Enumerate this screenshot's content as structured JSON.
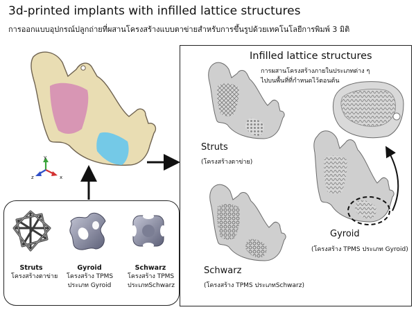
{
  "header": {
    "title": "3d-printed implants with infilled lattice structures",
    "subtitle": "การออกแบบอุปกรณ์ปลูกถ่ายที่ผสานโครงสร้างแบบตาข่ายสำหรับการขึ้นรูปด้วยเทคโนโลยีการพิมพ์ 3 มิติ"
  },
  "axes": {
    "x": "x",
    "y": "y",
    "z": "z"
  },
  "unit_cells": [
    {
      "name": "Struts",
      "desc_lines": [
        "โครงสร้างตาข่าย"
      ]
    },
    {
      "name": "Gyroid",
      "desc_lines": [
        "โครงสร้าง TPMS",
        "ประเภท Gyroid"
      ]
    },
    {
      "name": "Schwarz",
      "desc_lines": [
        "โครงสร้าง TPMS",
        "ประเภทSchwarz"
      ]
    }
  ],
  "infill_panel": {
    "title": "Infilled lattice structures",
    "subtitle_lines": [
      "การผสานโครงสร้างภายในประเภทต่าง ๆ",
      "ไปบนพื้นที่ที่กำหนดไว้ตอนต้น"
    ],
    "variants": [
      {
        "name": "Struts",
        "desc": "(โครงสร้างตาข่าย)"
      },
      {
        "name": "Schwarz",
        "desc": "(โครงสร้าง TPMS ประเภทSchwarz)"
      },
      {
        "name": "Gyroid",
        "desc": "(โครงสร้าง TPMS ประเภท Gyroid)"
      }
    ]
  },
  "colors": {
    "bone": "#e9ddb3",
    "bone_outline": "#6e6250",
    "region_pink": "#d68fb4",
    "region_blue": "#6ec7ea",
    "implant_gray": "#cfcfcf",
    "axis_x": "#d33030",
    "axis_y": "#3aa43a",
    "axis_z": "#3050c8"
  }
}
